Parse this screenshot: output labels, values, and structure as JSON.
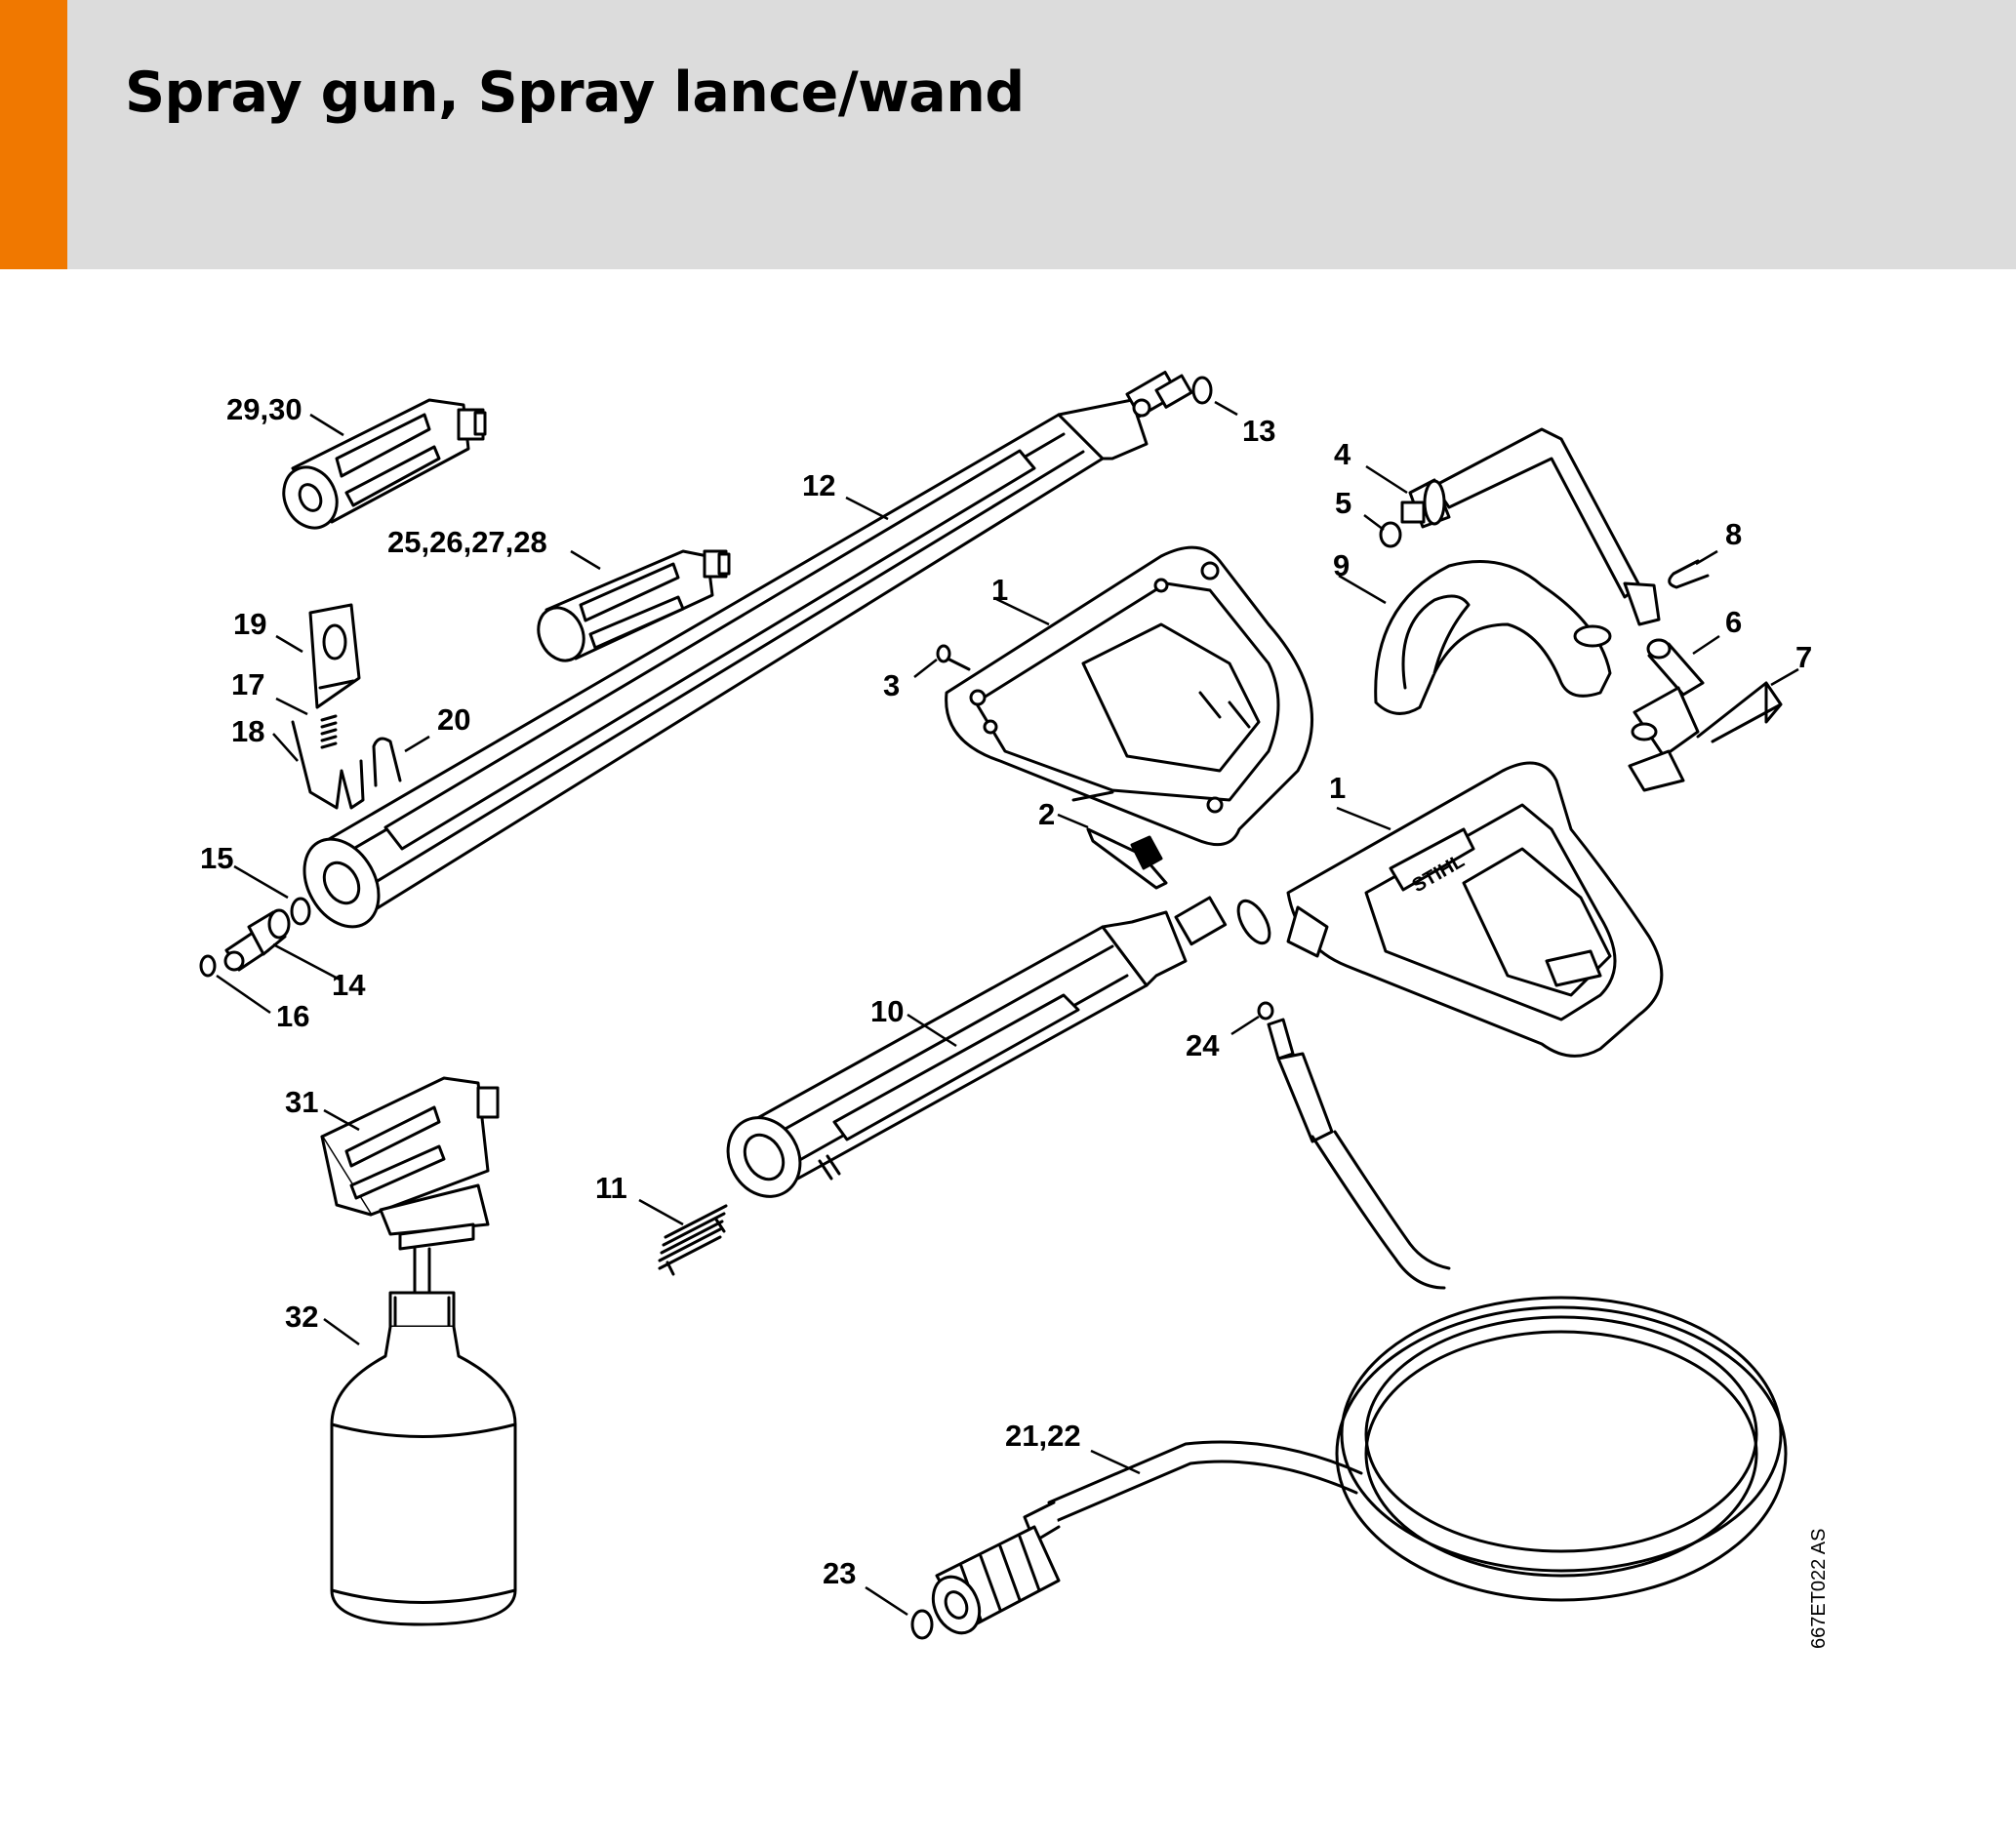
{
  "header": {
    "title": "Spray gun, Spray lance/wand",
    "background_color": "#dcdcdc",
    "accent_color": "#f07800"
  },
  "diagram": {
    "drawing_code": "667ET022 AS",
    "brand_on_gun": "STIHL",
    "callouts": [
      {
        "id": "c1a",
        "label": "1"
      },
      {
        "id": "c1b",
        "label": "1"
      },
      {
        "id": "c2",
        "label": "2"
      },
      {
        "id": "c3",
        "label": "3"
      },
      {
        "id": "c4",
        "label": "4"
      },
      {
        "id": "c5",
        "label": "5"
      },
      {
        "id": "c6",
        "label": "6"
      },
      {
        "id": "c7",
        "label": "7"
      },
      {
        "id": "c8",
        "label": "8"
      },
      {
        "id": "c9",
        "label": "9"
      },
      {
        "id": "c10",
        "label": "10"
      },
      {
        "id": "c11",
        "label": "11"
      },
      {
        "id": "c12",
        "label": "12"
      },
      {
        "id": "c13",
        "label": "13"
      },
      {
        "id": "c14",
        "label": "14"
      },
      {
        "id": "c15",
        "label": "15"
      },
      {
        "id": "c16",
        "label": "16"
      },
      {
        "id": "c17",
        "label": "17"
      },
      {
        "id": "c18",
        "label": "18"
      },
      {
        "id": "c19",
        "label": "19"
      },
      {
        "id": "c20",
        "label": "20"
      },
      {
        "id": "c2122",
        "label": "21,22"
      },
      {
        "id": "c23",
        "label": "23"
      },
      {
        "id": "c24",
        "label": "24"
      },
      {
        "id": "c25",
        "label": "25,26,27,28"
      },
      {
        "id": "c2930",
        "label": "29,30"
      },
      {
        "id": "c31",
        "label": "31"
      },
      {
        "id": "c32",
        "label": "32"
      }
    ]
  }
}
